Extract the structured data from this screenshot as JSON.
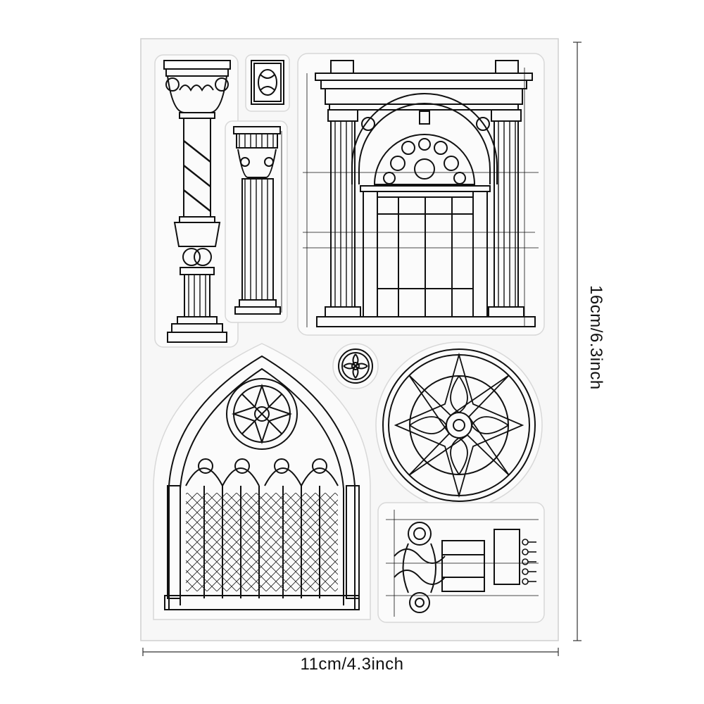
{
  "product": {
    "type": "clear-stamp-sheet",
    "sheet_color": "#f7f7f7",
    "ink_color": "#111111"
  },
  "dimensions": {
    "width_label": "11cm/4.3inch",
    "height_label": "16cm/6.3inch"
  },
  "stamps": [
    {
      "name": "corinthian-twisted-column-stamp"
    },
    {
      "name": "ornate-square-tile-stamp"
    },
    {
      "name": "fluted-column-blueprint-stamp"
    },
    {
      "name": "arched-door-facade-blueprint-stamp"
    },
    {
      "name": "gothic-window-stamp"
    },
    {
      "name": "small-rosette-stamp"
    },
    {
      "name": "rose-window-medallion-stamp"
    },
    {
      "name": "ionic-capital-blueprint-stamp"
    }
  ]
}
